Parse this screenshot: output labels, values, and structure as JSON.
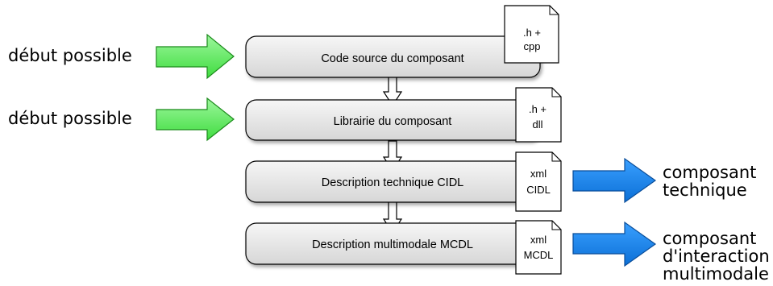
{
  "left_labels": [
    "début possible",
    "début possible"
  ],
  "stages": [
    {
      "label": "Code source du composant",
      "doc": [
        ".h +",
        "cpp"
      ]
    },
    {
      "label": "Librairie du composant",
      "doc": [
        ".h +",
        "dll"
      ]
    },
    {
      "label": "Description technique CIDL",
      "doc": [
        "xml",
        "CIDL"
      ]
    },
    {
      "label": "Description multimodale MCDL",
      "doc": [
        "xml",
        "MCDL"
      ]
    }
  ],
  "right_labels": [
    [
      "composant",
      "technique"
    ],
    [
      "composant",
      "d'interaction",
      "multimodale"
    ]
  ],
  "colors": {
    "start_arrow": "#6ef06e",
    "output_arrow": "#1a86e8",
    "box_fill": "#e8e8e8",
    "stroke": "#000000"
  }
}
